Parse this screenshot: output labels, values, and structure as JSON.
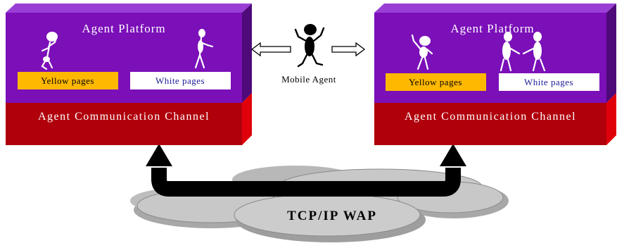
{
  "colors": {
    "platform_face": "#7B0FB8",
    "platform_top": "#9A3FD6",
    "platform_side": "#4E0A78",
    "channel_face": "#B0000C",
    "channel_side": "#E0000A",
    "yellow_pages": "#FFB800",
    "white_pages_text": "#1A1A9A",
    "cloud": "#C8C8C8",
    "arrow": "#000000"
  },
  "left_node": {
    "platform_title": "Agent Platform",
    "yellow_pages": "Yellow pages",
    "white_pages": "White pages",
    "channel": "Agent Communication Channel"
  },
  "right_node": {
    "platform_title": "Agent Platform",
    "yellow_pages": "Yellow pages",
    "white_pages": "White pages",
    "channel": "Agent Communication Channel"
  },
  "mobile_agent": {
    "label": "Mobile Agent"
  },
  "network": {
    "label": "TCP/IP WAP"
  }
}
